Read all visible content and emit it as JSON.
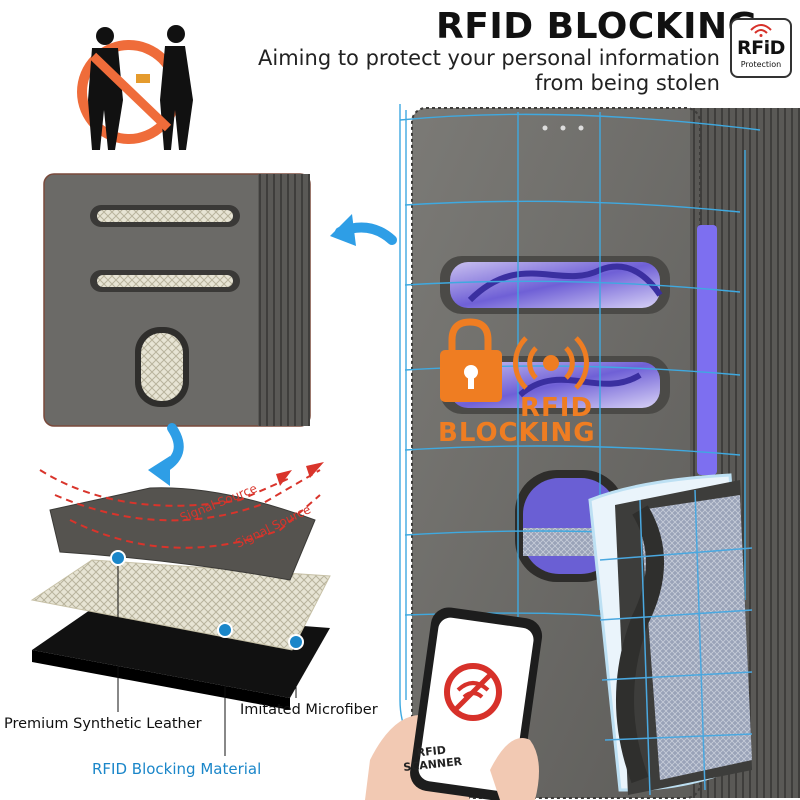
{
  "header": {
    "title": "RFID BLOCKING",
    "subtitle": "Aiming to protect your personal information from being stolen"
  },
  "badge": {
    "main": "RFiD",
    "sub": "Protection"
  },
  "overlay": {
    "line1": "RFID",
    "line2": "BLOCKING"
  },
  "signals": [
    "Signal Source",
    "Signal Source"
  ],
  "layers": {
    "leather": "Premium Synthetic Leather",
    "microfiber": "Imitated Microfiber",
    "blocking": "RFID Blocking Material"
  },
  "scanner": {
    "line1": "RFID",
    "line2": "SCANNER"
  },
  "colors": {
    "accent_orange": "#ef7d22",
    "accent_blue": "#1a86c9",
    "signal_red": "#d9342b",
    "leather_gray": "#6f6e6b"
  }
}
